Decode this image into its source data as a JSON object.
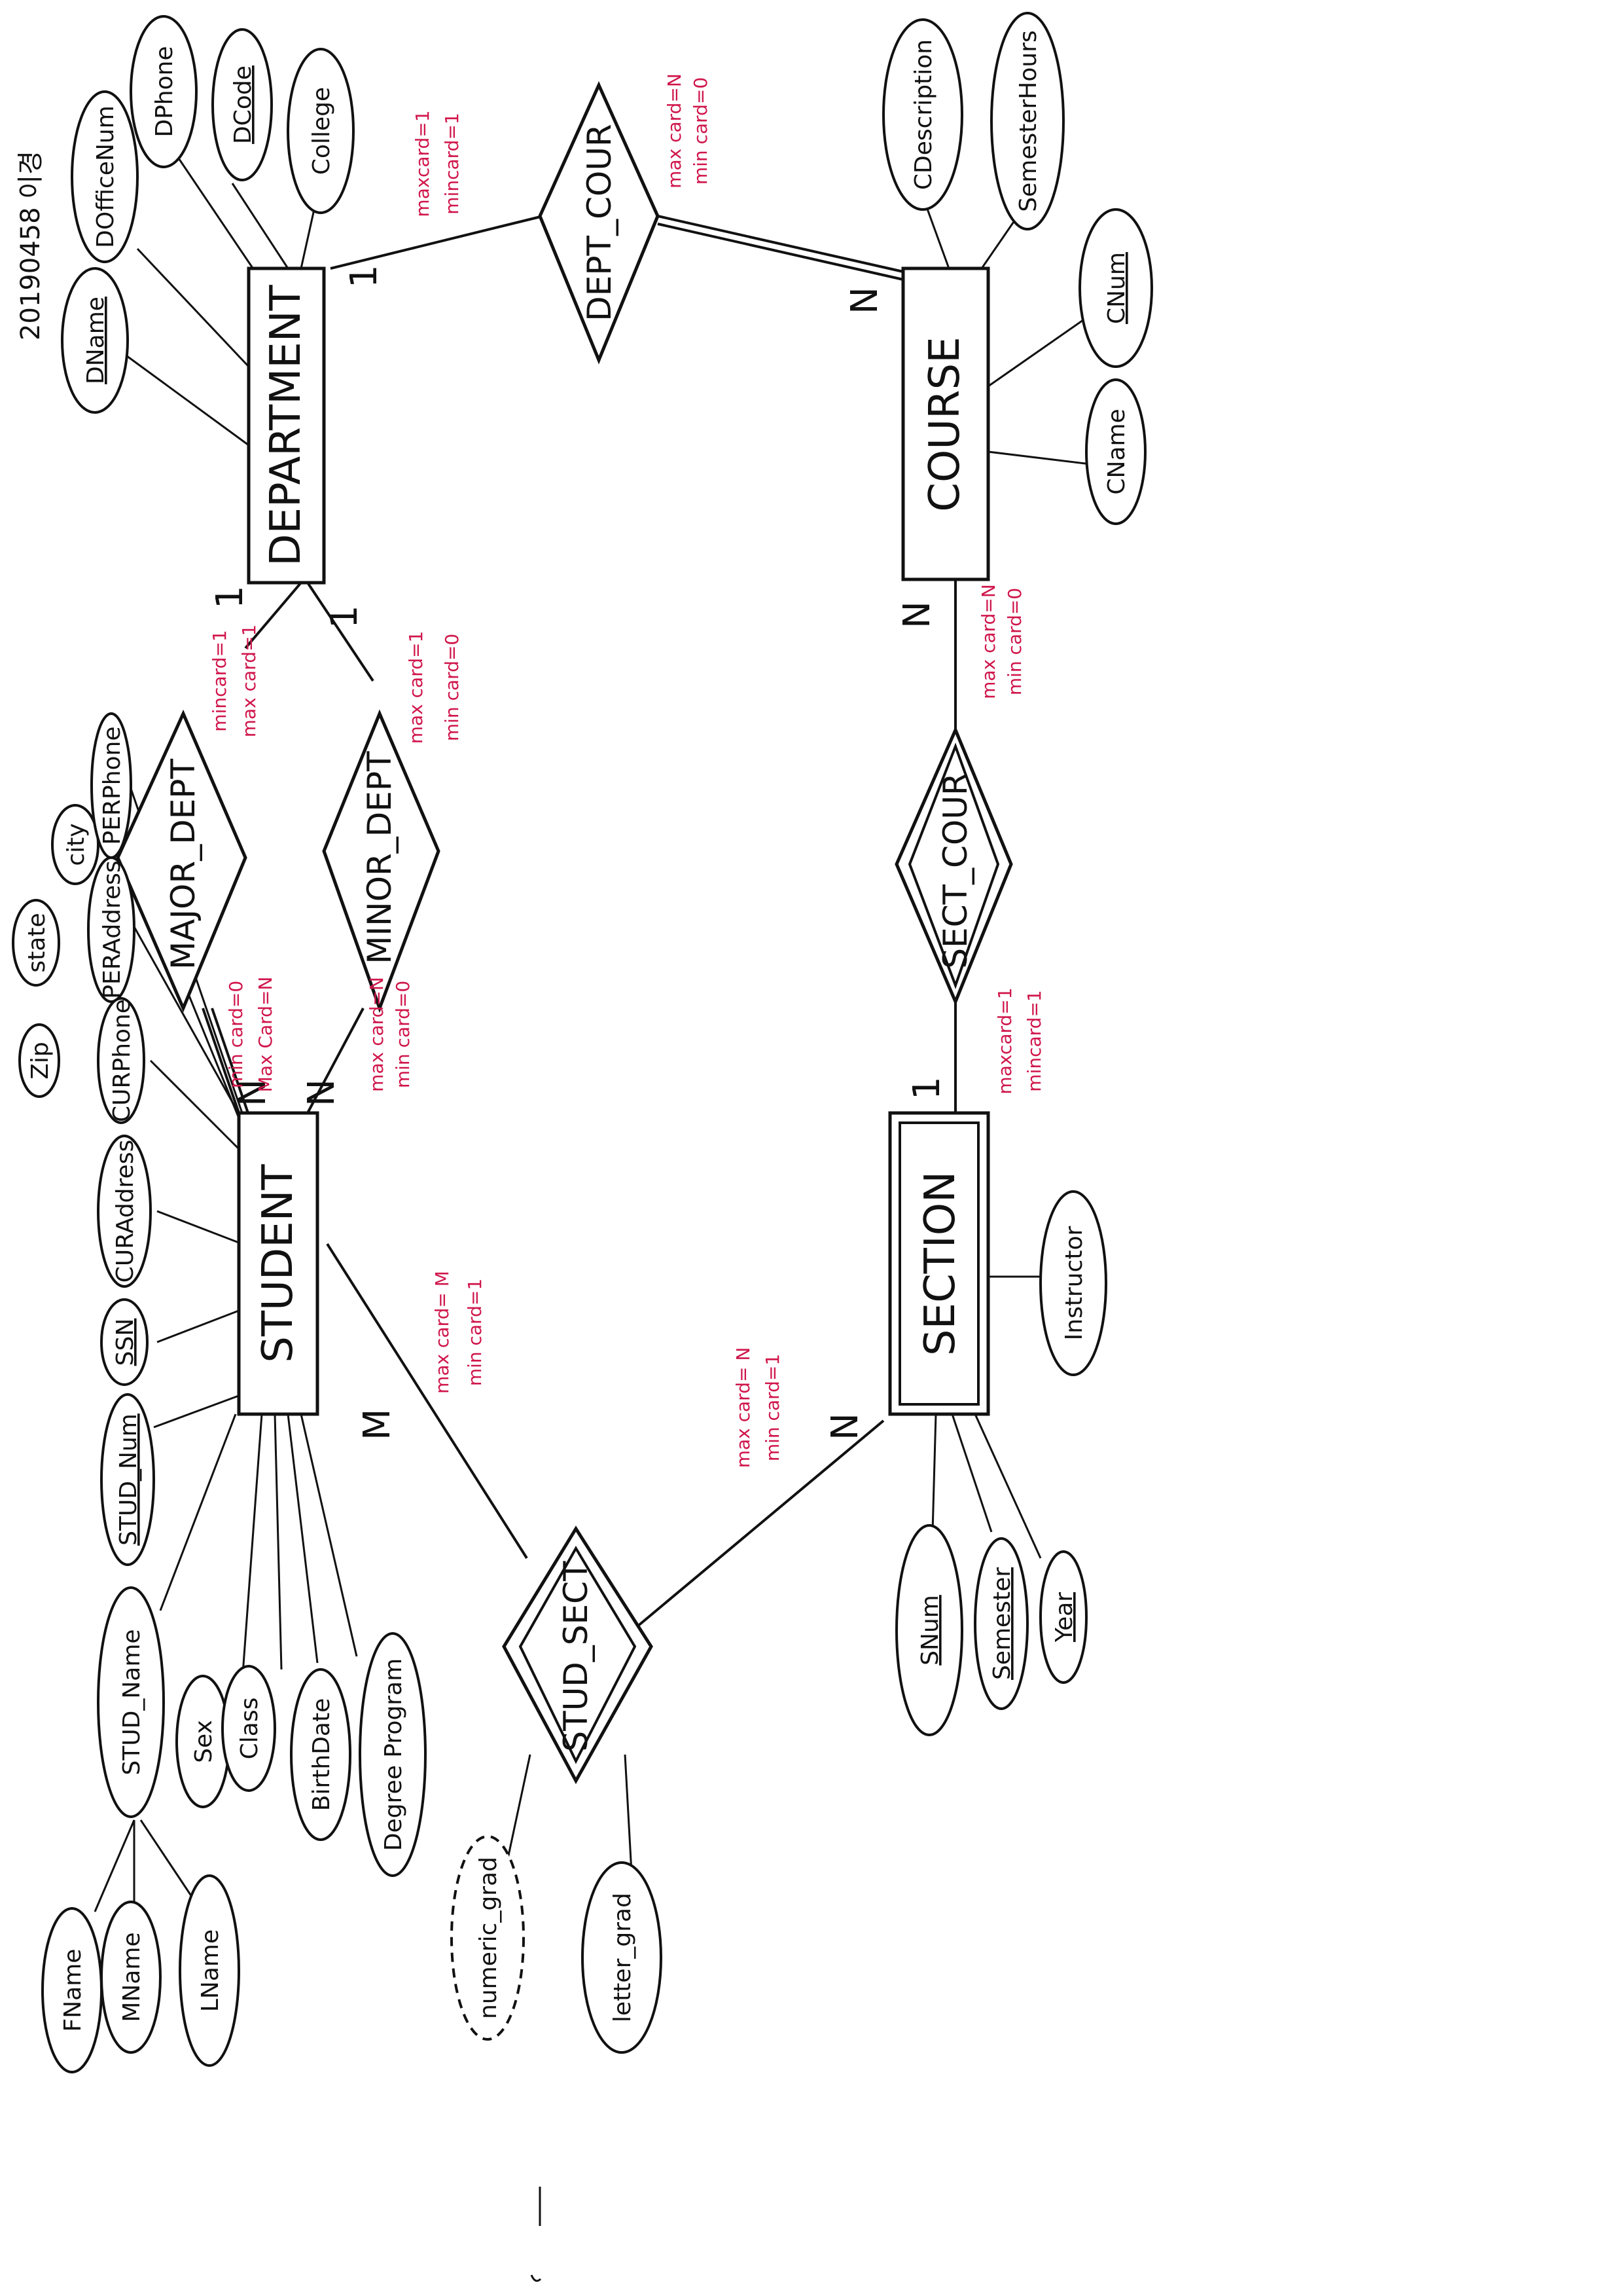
{
  "header": {
    "student_id": "20190458 이경"
  },
  "entities": {
    "department": "DEPARTMENT",
    "course": "COURSE",
    "student": "STUDENT",
    "section": "SECTION"
  },
  "relationships": {
    "dept_cour": "DEPT_COUR",
    "major_dept": "MAJOR_DEPT",
    "minor_dept": "MINOR_DEPT",
    "sect_cour": "SECT_COUR",
    "stud_sect": "STUD_SECT"
  },
  "attributes": {
    "dname": "DName",
    "doffice_num": "DOfficeNum",
    "dphone": "DPhone",
    "dcode": "DCode",
    "college": "College",
    "cdescription": "CDescription",
    "semester_hours": "SemesterHours",
    "cnum": "CNum",
    "cname": "CName",
    "city": "city",
    "state": "state",
    "zip": "Zip",
    "per_phone": "PERPhone",
    "per_address": "PERAddress",
    "cur_phone": "CURPhone",
    "cur_address": "CURAddress",
    "ssn": "SSN",
    "stud_num": "STUD_Num",
    "stud_name": "STUD_Name",
    "sex": "Sex",
    "class": "Class",
    "birth_date": "BirthDate",
    "degree_program": "Degree Program",
    "fname": "FName",
    "mname": "MName",
    "lname": "LName",
    "numeric_grad": "numeric_grad",
    "letter_grad": "letter_grad",
    "instructor": "Instructor",
    "snum": "SNum",
    "semester": "Semester",
    "year": "Year"
  },
  "cardinalities": {
    "dept_dept_cour": "1",
    "course_dept_cour": "N",
    "dept_major": "1",
    "dept_minor": "1",
    "course_sect": "N",
    "section_sect": "1",
    "student_major": "N",
    "student_minor": "N",
    "student_stud_sect": "M",
    "section_stud_sect": "N"
  },
  "constraints": {
    "dept_cour_dept": [
      "maxcard=1",
      "mincard=1"
    ],
    "dept_cour_course": [
      "max card=N",
      "min card=0"
    ],
    "major_dept_dept": [
      "mincard=1",
      "max card=1"
    ],
    "major_dept_student": [
      "min card=0",
      "Max Card=N"
    ],
    "minor_dept_dept": [
      "max card=1",
      "min card=0"
    ],
    "minor_dept_student": [
      "max card=N",
      "min card=0"
    ],
    "sect_cour_course": [
      "max card=N",
      "min card=0"
    ],
    "sect_cour_section": [
      "maxcard=1",
      "mincard=1"
    ],
    "stud_sect_student": [
      "max card= M",
      "min card=1"
    ],
    "stud_sect_section": [
      "max card= N",
      "min card=1"
    ]
  },
  "colors": {
    "ink": "#111111",
    "annotation": "#d0164b"
  }
}
